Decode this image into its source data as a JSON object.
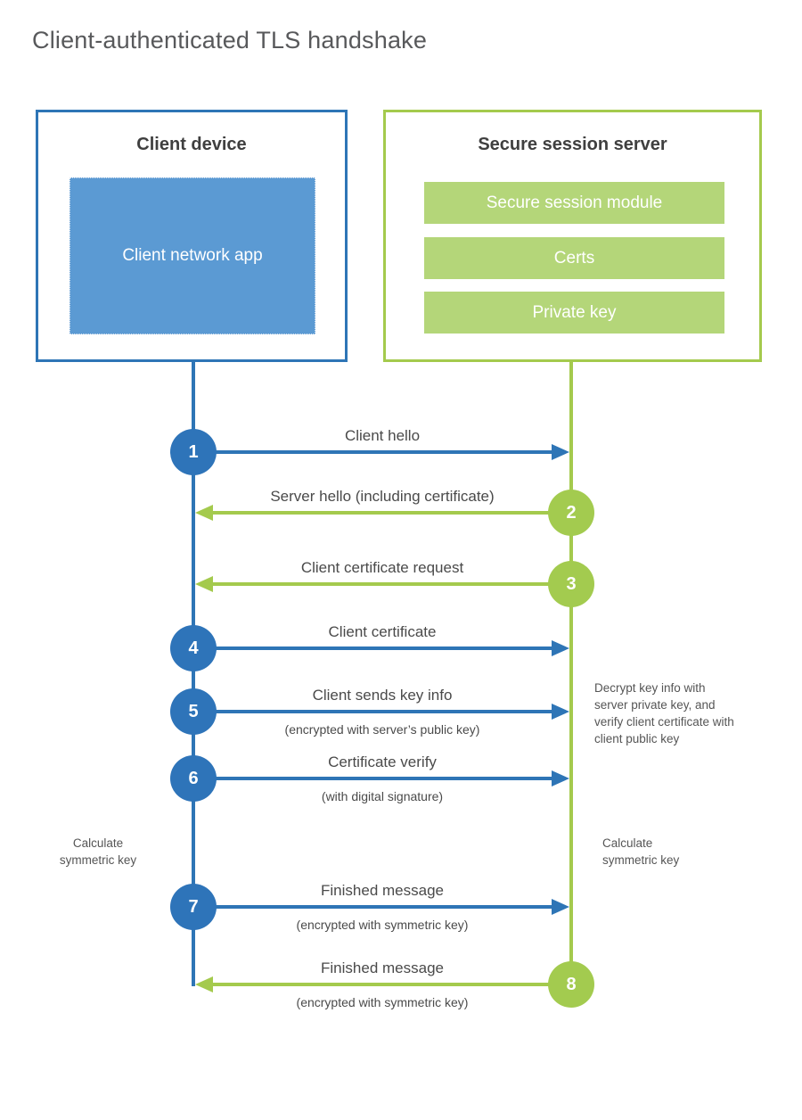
{
  "page": {
    "title": "Client-authenticated TLS handshake"
  },
  "client": {
    "title": "Client device",
    "app_label": "Client network app"
  },
  "server": {
    "title": "Secure session server",
    "modules": [
      "Secure session module",
      "Certs",
      "Private key"
    ]
  },
  "steps": [
    {
      "number": "1",
      "from": "client",
      "to": "server",
      "label": "Client hello",
      "sublabel": ""
    },
    {
      "number": "2",
      "from": "server",
      "to": "client",
      "label": "Server hello (including certificate)",
      "sublabel": ""
    },
    {
      "number": "3",
      "from": "server",
      "to": "client",
      "label": "Client certificate request",
      "sublabel": ""
    },
    {
      "number": "4",
      "from": "client",
      "to": "server",
      "label": "Client certificate",
      "sublabel": ""
    },
    {
      "number": "5",
      "from": "client",
      "to": "server",
      "label": "Client sends key info",
      "sublabel": "(encrypted with server’s public key)"
    },
    {
      "number": "6",
      "from": "client",
      "to": "server",
      "label": "Certificate verify",
      "sublabel": "(with digital signature)"
    },
    {
      "number": "7",
      "from": "client",
      "to": "server",
      "label": "Finished message",
      "sublabel": "(encrypted with symmetric key)"
    },
    {
      "number": "8",
      "from": "server",
      "to": "client",
      "label": "Finished message",
      "sublabel": "(encrypted with symmetric key)"
    }
  ],
  "notes": {
    "decrypt": "Decrypt key info with server private key, and verify client certificate with client public key",
    "calc_left": "Calculate symmetric key",
    "calc_right": "Calculate symmetric key"
  },
  "colors": {
    "blue": "#2e75b6",
    "blue_fill": "#5b9ad3",
    "green": "#a4ca4d",
    "green_fill": "#b4d679"
  }
}
